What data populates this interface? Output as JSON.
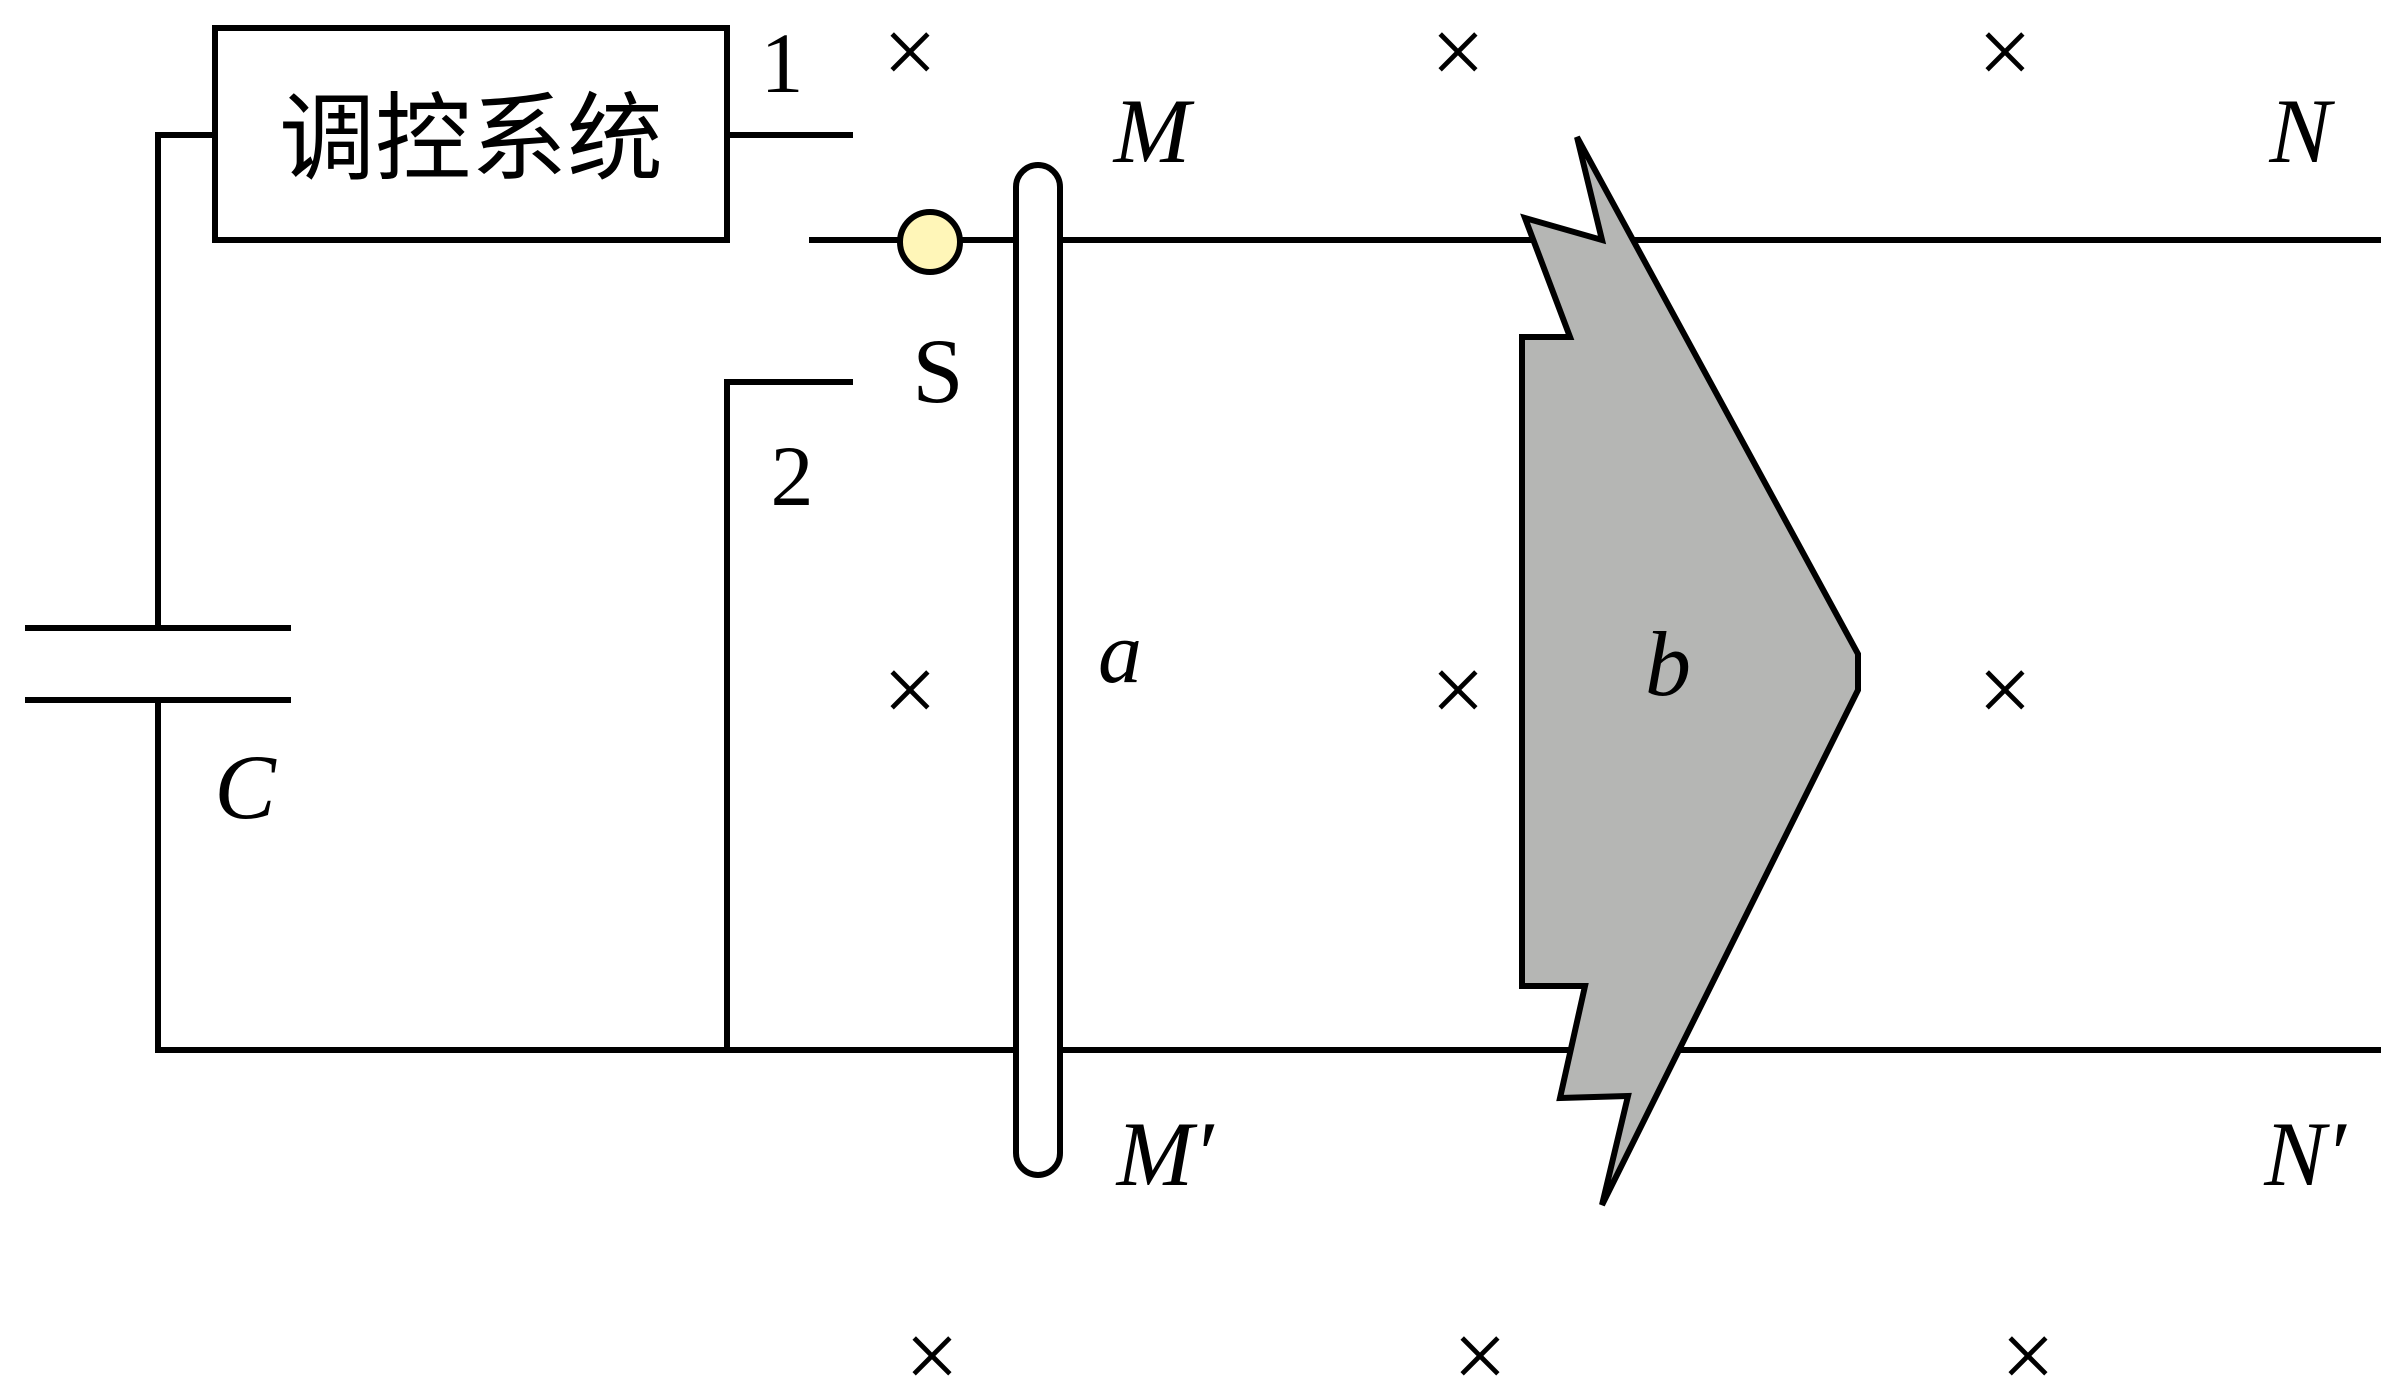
{
  "control_box": {
    "label": "调控系统"
  },
  "terminals": {
    "one": "1",
    "two": "2"
  },
  "switch": {
    "label": "S",
    "knob_color": "#fff6b8"
  },
  "rail_labels": {
    "m": "M",
    "n": "N",
    "m_prime": "M′",
    "n_prime": "N′"
  },
  "capacitor": {
    "label": "C"
  },
  "rod": {
    "label": "a",
    "fill": "#ffffff"
  },
  "body_b": {
    "label": "b",
    "fill": "#b5b6b4"
  },
  "field": {
    "symbol": "×"
  }
}
